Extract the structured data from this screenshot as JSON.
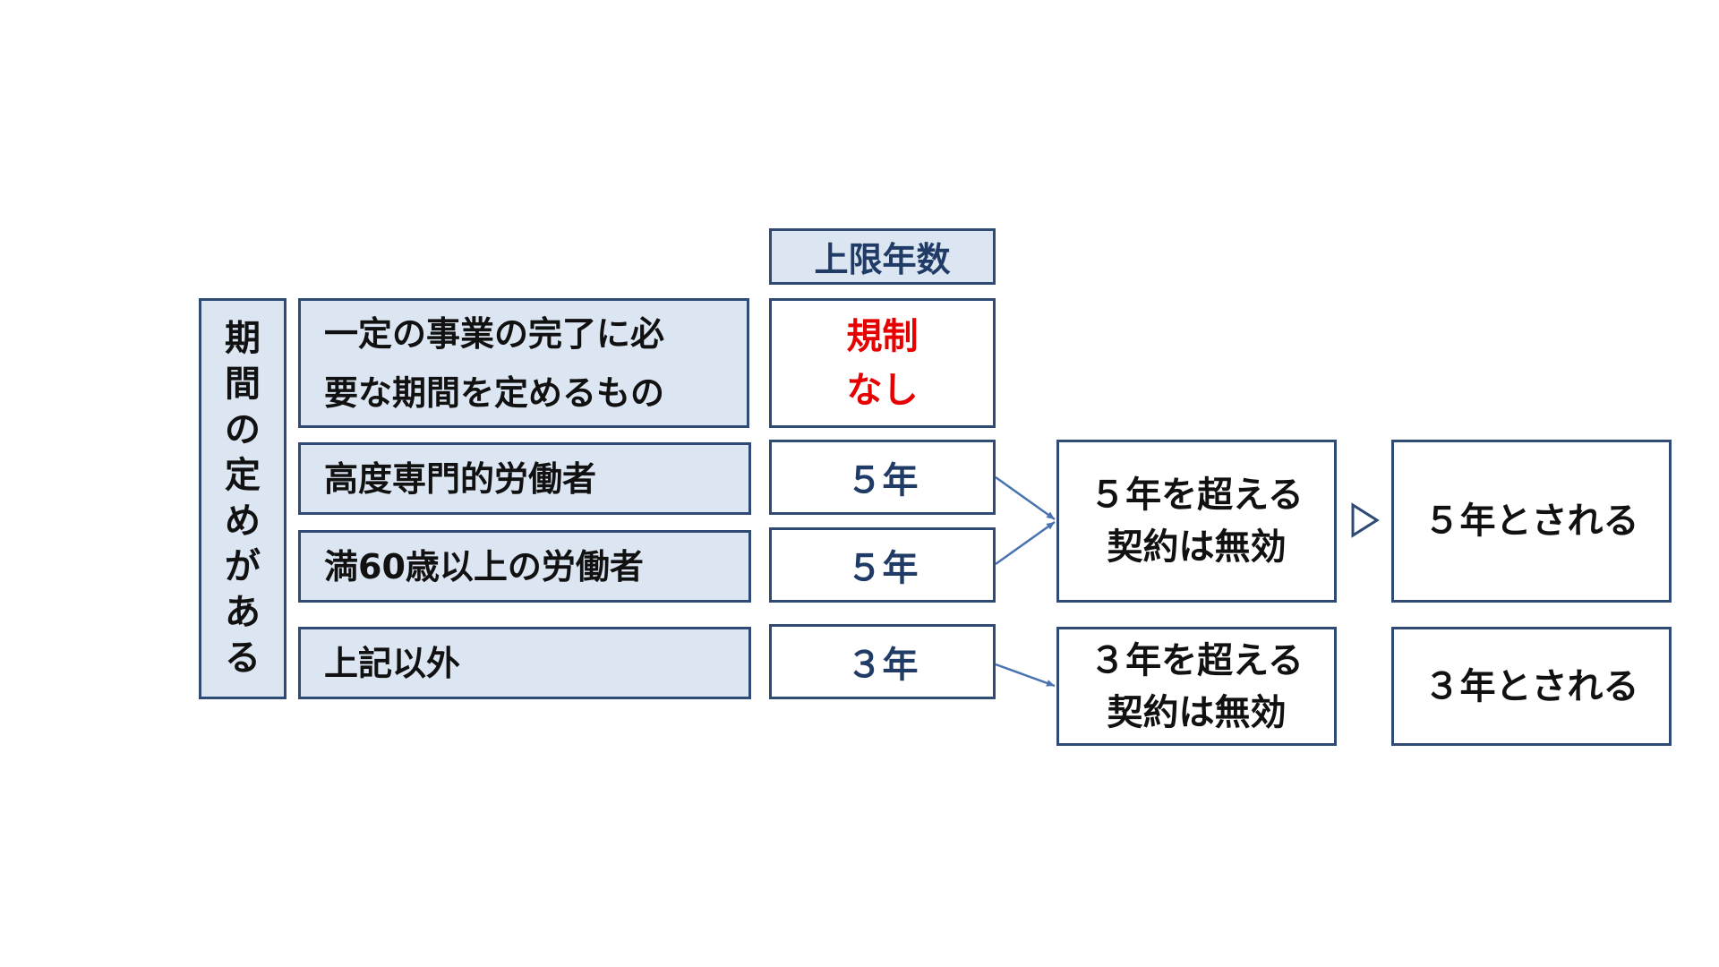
{
  "side_label": [
    "期",
    "間",
    "の",
    "定",
    "め",
    "が",
    "あ",
    "る"
  ],
  "header": "上限年数",
  "rows": [
    {
      "condition_lines": [
        "一定の事業の完了に必",
        "要な期間を定めるもの"
      ],
      "limit_lines": [
        "規制",
        "なし"
      ]
    },
    {
      "condition_lines": [
        "高度専門的労働者"
      ],
      "limit_lines": [
        "５年"
      ]
    },
    {
      "condition_lines": [
        "満60歳以上の労働者"
      ],
      "limit_lines": [
        "５年"
      ]
    },
    {
      "condition_lines": [
        "上記以外"
      ],
      "limit_lines": [
        "３年"
      ]
    }
  ],
  "outcomes": [
    {
      "invalid_lines": [
        "５年を超える",
        "契約は無効"
      ],
      "result": "５年とされる"
    },
    {
      "invalid_lines": [
        "３年を超える",
        "契約は無効"
      ],
      "result": "３年とされる"
    }
  ],
  "colors": {
    "box_fill": "#dce6f2",
    "border": "#2e4a75",
    "no_limit_text": "#e60000",
    "limit_text": "#1f3b66",
    "arrow": "#4a74b0"
  }
}
